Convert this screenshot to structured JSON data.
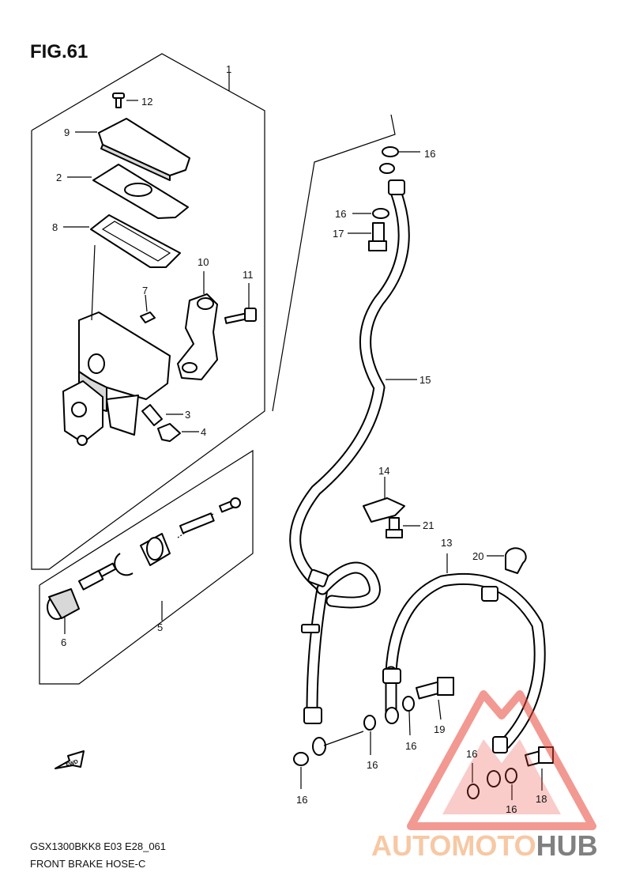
{
  "figure": {
    "title": "FIG.61"
  },
  "callouts": [
    {
      "id": "c1",
      "label": "1"
    },
    {
      "id": "c12",
      "label": "12"
    },
    {
      "id": "c9",
      "label": "9"
    },
    {
      "id": "c2",
      "label": "2"
    },
    {
      "id": "c8",
      "label": "8"
    },
    {
      "id": "c10",
      "label": "10"
    },
    {
      "id": "c11",
      "label": "11"
    },
    {
      "id": "c7",
      "label": "7"
    },
    {
      "id": "c3",
      "label": "3"
    },
    {
      "id": "c4",
      "label": "4"
    },
    {
      "id": "c16a",
      "label": "16"
    },
    {
      "id": "c16b",
      "label": "16"
    },
    {
      "id": "c17",
      "label": "17"
    },
    {
      "id": "c15",
      "label": "15"
    },
    {
      "id": "c14",
      "label": "14"
    },
    {
      "id": "c21",
      "label": "21"
    },
    {
      "id": "c13",
      "label": "13"
    },
    {
      "id": "c20",
      "label": "20"
    },
    {
      "id": "c6",
      "label": "6"
    },
    {
      "id": "c5",
      "label": "5"
    },
    {
      "id": "c19",
      "label": "19"
    },
    {
      "id": "c16c",
      "label": "16"
    },
    {
      "id": "c16d",
      "label": "16"
    },
    {
      "id": "c16e",
      "label": "16"
    },
    {
      "id": "c16f",
      "label": "16"
    },
    {
      "id": "c16g",
      "label": "16"
    },
    {
      "id": "c18",
      "label": "18"
    }
  ],
  "fwd_marker": "FWD",
  "footer": {
    "code": "GSX1300BKK8 E03 E28_061",
    "caption": "FRONT BRAKE HOSE-C"
  },
  "watermark": {
    "part1": "AUTOMOTO",
    "part2": "HUB",
    "colors": {
      "triangle": "#e8463a",
      "text_light": "#f7c8a4",
      "text_dark": "#808080"
    }
  }
}
